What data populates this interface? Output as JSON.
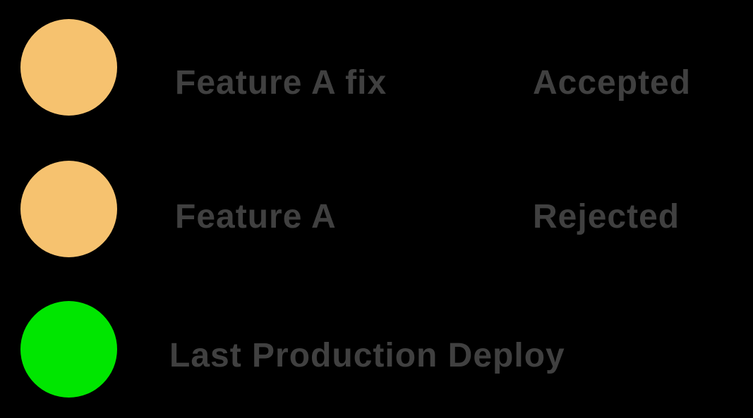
{
  "diagram": {
    "background_color": "#000000",
    "text_color": "#404040",
    "rows": [
      {
        "label": "Feature A fix",
        "status": "Accepted",
        "dot_color": "#F6C26F"
      },
      {
        "label": "Feature A",
        "status": "Rejected",
        "dot_color": "#F6C26F"
      },
      {
        "label": "Last Production Deploy",
        "dot_color": "#00E600"
      }
    ]
  }
}
